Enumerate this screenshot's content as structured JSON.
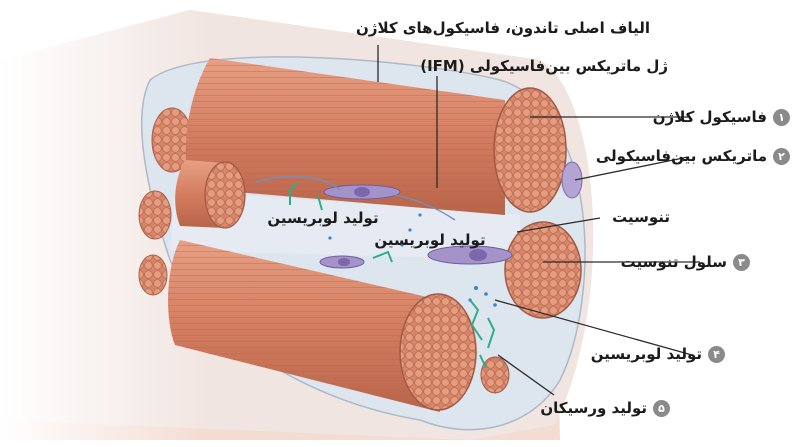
{
  "labels": {
    "primary_fibers": "الیاف اصلی تاندون، فاسیکول‌های کلاژن",
    "ifm_gel": "ژل ماتریکس بین‌فاسیکولی (IFM)",
    "item1": {
      "number": "۱",
      "text": "فاسیکول کلاژن"
    },
    "item2": {
      "number": "۲",
      "text": "ماتریکس بین‌فاسیکولی"
    },
    "tenocyte": "تنوسیت",
    "item3": {
      "number": "۳",
      "text": "سلول تنوسیت"
    },
    "item4": {
      "number": "۴",
      "text": "تولید لوبریسین"
    },
    "item5": {
      "number": "۵",
      "text": "تولید ورسیکان"
    },
    "lubricin_a": "تولید لوبریسین",
    "lubricin_b": "تولید لوبریسین"
  },
  "colors": {
    "fascicle": "#d9876a",
    "fascicle_dark": "#b5614a",
    "fascicle_light": "#eaa88d",
    "matrix": "#dfe6f0",
    "sheath": "#e9edf3",
    "cell": "#9f8fc4",
    "green": "#2fae86",
    "blue": "#3d86c6"
  }
}
